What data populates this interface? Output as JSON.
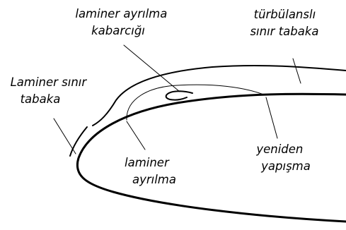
{
  "labels": {
    "laminar_bubble": [
      "laminer ayrılma",
      "kabarcığı"
    ],
    "turbulent_layer": [
      "türbülanslı",
      "sınır tabaka"
    ],
    "laminar_layer": [
      "Laminer sınır",
      "tabaka"
    ],
    "laminar_separation": [
      "laminer",
      "ayrılma"
    ],
    "reattachment": [
      "yeniden",
      "yapışma"
    ]
  },
  "colors": {
    "line": "#000000",
    "background": "#ffffff"
  }
}
